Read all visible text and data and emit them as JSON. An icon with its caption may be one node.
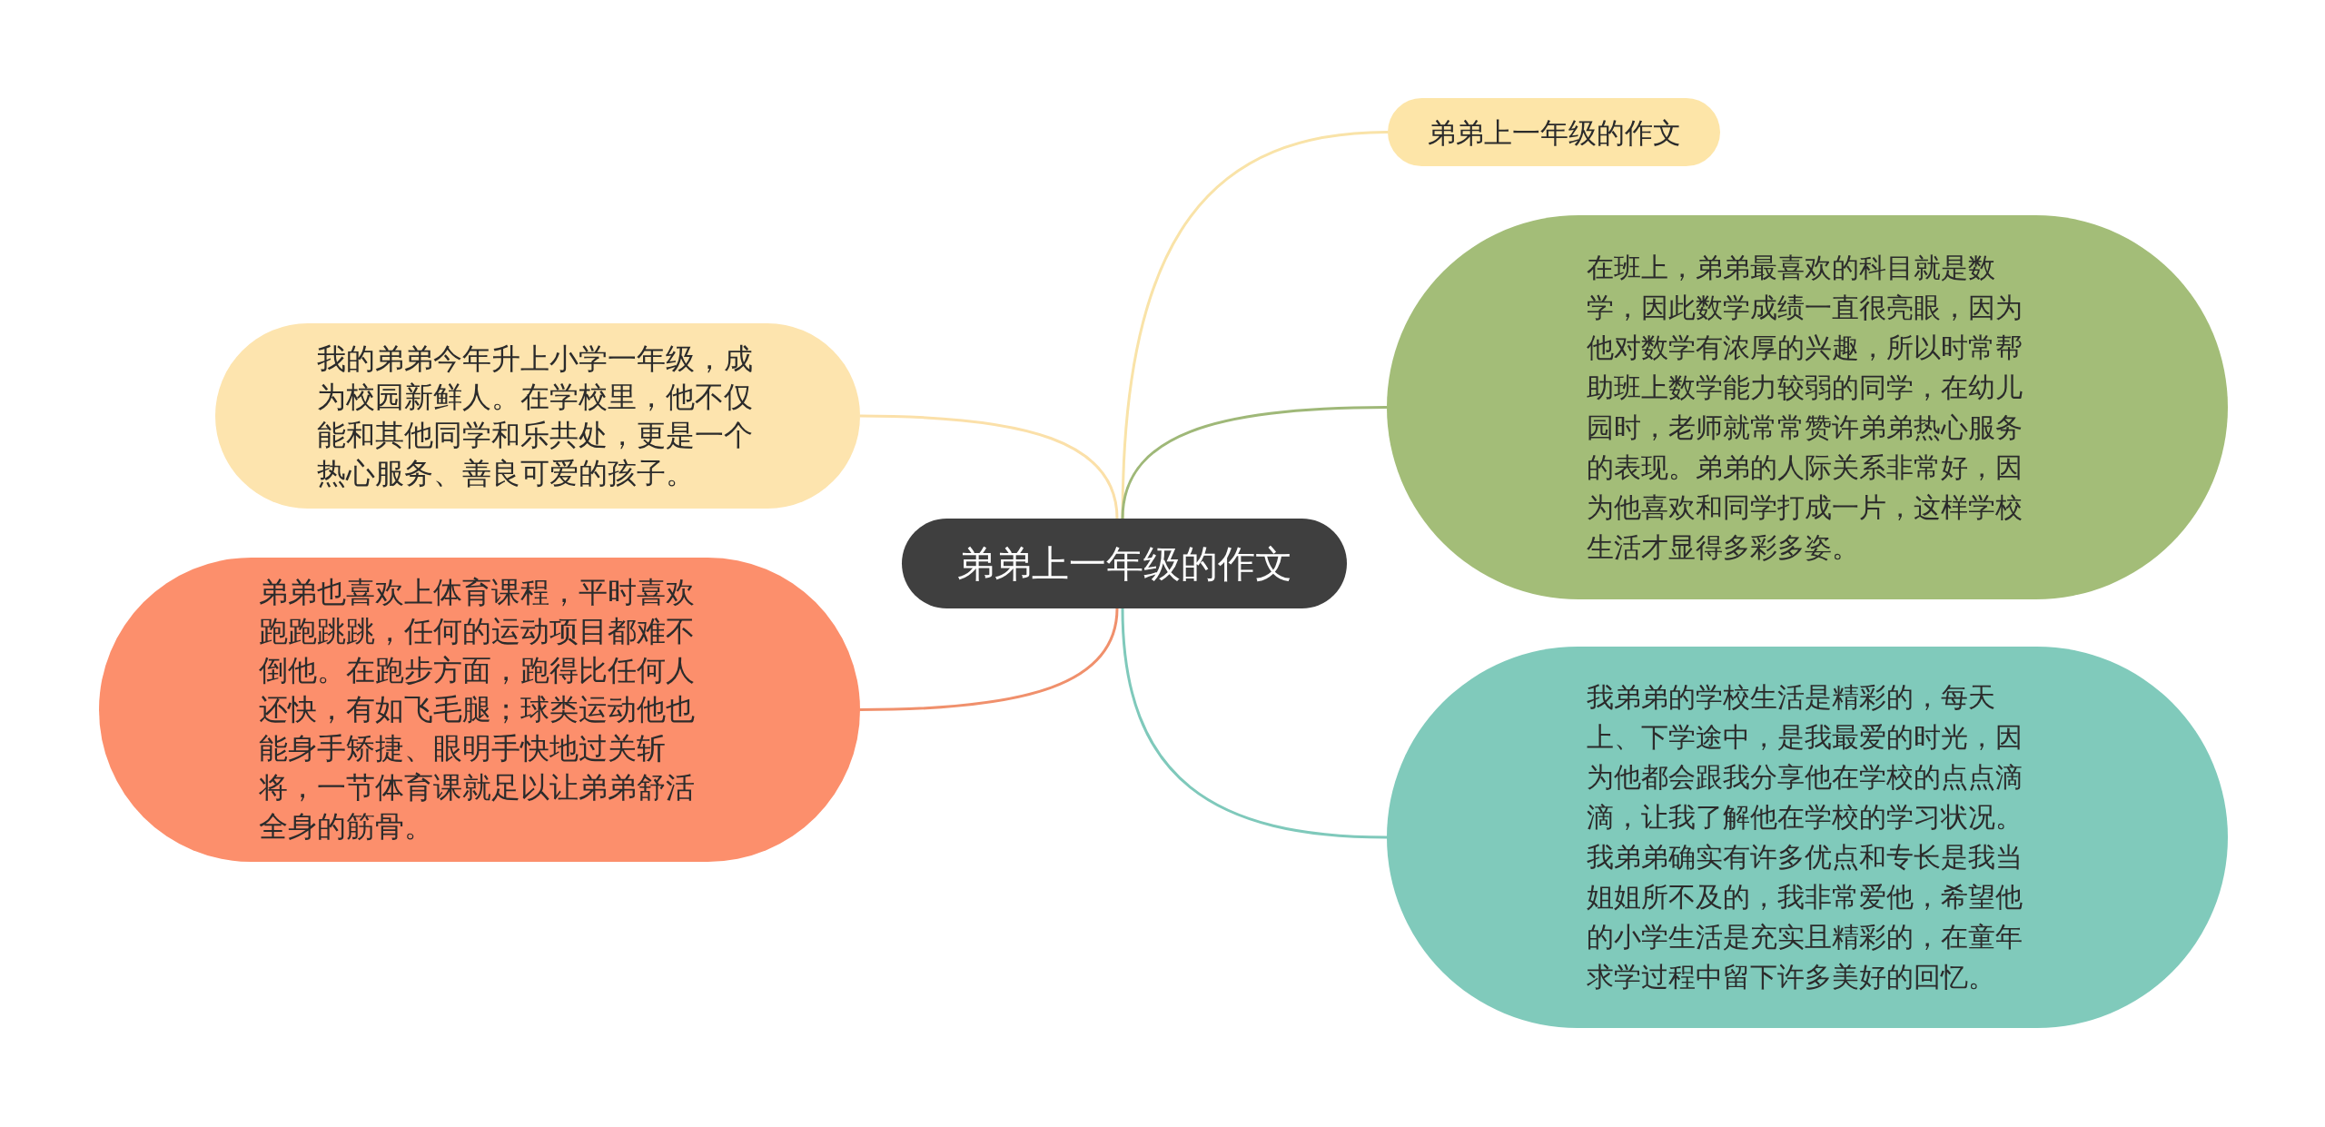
{
  "diagram": {
    "nodes": [
      {
        "text": [
          "弟弟上一年级的作文"
        ]
      },
      {
        "text": [
          "弟弟上一年级的作文"
        ]
      },
      {
        "text": [
          "在班上，弟弟最喜欢的科目就是数学，因此数学成绩一直很亮眼，因为他对数学有浓厚的兴趣，所以时常帮助班上数学能力较弱的同学，在幼儿园时，老师就常常赞许弟弟热心服务的表现。弟弟的人际关系非常好，因为他喜欢和同学打成一片，这样学校生活才显得多彩多姿。"
        ]
      },
      {
        "text": [
          "我弟弟的学校生活是精彩的，每天上、下学途中，是我最爱的时光，因为他都会跟我分享他在学校的点点滴滴，让我了解他在学校的学习状况。我弟弟确实有许多优点和专长是我当姐姐所不及的，我非常爱他，希望他的小学生活是充实且精彩的，在童年求学过程中留下许多美好的回忆。"
        ]
      },
      {
        "text": [
          "我的弟弟今年升上小学一年级，成为校园新鲜人。在学校里，他不仅能和其他同学和乐共处，更是一个热心服务、善良可爱的孩子。"
        ]
      },
      {
        "text": [
          "弟弟也喜欢上体育课程，平时喜欢跑跑跳跳，任何的运动项目都难不倒他。在跑步方面，跑得比任何人还快，有如飞毛腿；球类运动他也能身手矫捷、眼明手快地过关斩将，一节体育课就足以让弟弟舒活全身的筋骨。"
        ]
      }
    ],
    "edges": [
      {
        "from": 0,
        "to": 1,
        "arrow": "none",
        "color": "#f9e3a8"
      },
      {
        "from": 0,
        "to": 2,
        "arrow": "none",
        "color": "#9fb878"
      },
      {
        "from": 0,
        "to": 3,
        "arrow": "none",
        "color": "#7fc9bb"
      },
      {
        "from": 0,
        "to": 4,
        "arrow": "none",
        "color": "#fbe0a9"
      },
      {
        "from": 0,
        "to": 5,
        "arrow": "none",
        "color": "#f0906c"
      }
    ]
  }
}
